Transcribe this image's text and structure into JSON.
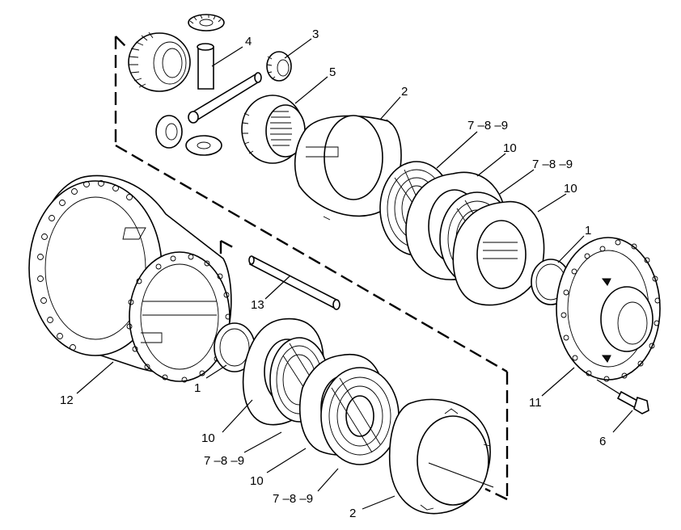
{
  "callouts": [
    {
      "id": "c4",
      "text": "4"
    },
    {
      "id": "c3",
      "text": "3"
    },
    {
      "id": "c5",
      "text": "5"
    },
    {
      "id": "c2a",
      "text": "2"
    },
    {
      "id": "c789a",
      "text": "7 –8 –9"
    },
    {
      "id": "c10a",
      "text": "10"
    },
    {
      "id": "c789b",
      "text": "7 –8 –9"
    },
    {
      "id": "c10b",
      "text": "10"
    },
    {
      "id": "c1a",
      "text": "1"
    },
    {
      "id": "c13",
      "text": "13"
    },
    {
      "id": "c12",
      "text": "12"
    },
    {
      "id": "c1b",
      "text": "1"
    },
    {
      "id": "c11",
      "text": "11"
    },
    {
      "id": "c6",
      "text": "6"
    },
    {
      "id": "c10c",
      "text": "10"
    },
    {
      "id": "c789c",
      "text": "7 –8 –9"
    },
    {
      "id": "c10d",
      "text": "10"
    },
    {
      "id": "c789d",
      "text": "7 –8 –9"
    },
    {
      "id": "c2b",
      "text": "2"
    }
  ]
}
